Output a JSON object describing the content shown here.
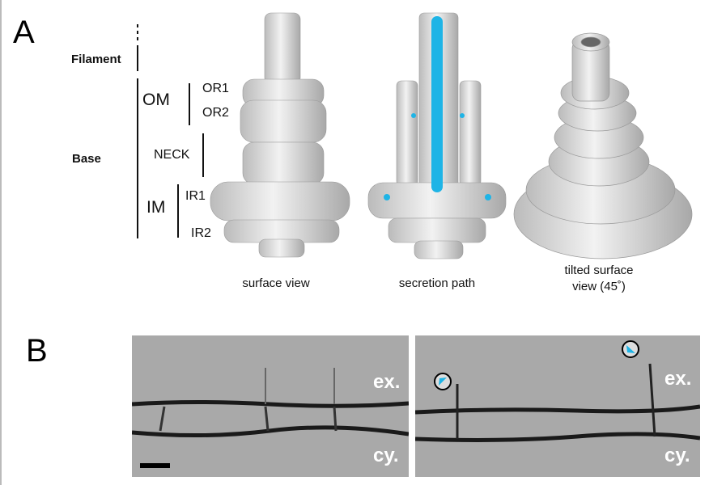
{
  "panel_a": {
    "letter": "A",
    "labels": {
      "filament": "Filament",
      "base": "Base",
      "om": "OM",
      "or1": "OR1",
      "or2": "OR2",
      "neck": "NECK",
      "im": "IM",
      "ir1": "IR1",
      "ir2": "IR2"
    },
    "captions": {
      "surface": "surface view",
      "secretion": "secretion path",
      "tilted_line1": "tilted surface",
      "tilted_line2": "view (45˚)"
    }
  },
  "panel_b": {
    "letter": "B",
    "left": {
      "ex": "ex.",
      "cy": "cy."
    },
    "right": {
      "ex": "ex.",
      "cy": "cy."
    }
  },
  "colors": {
    "structure": "#d9d9d9",
    "secretion_path": "#1eb4e6",
    "membrane": "#1a1a1a"
  }
}
